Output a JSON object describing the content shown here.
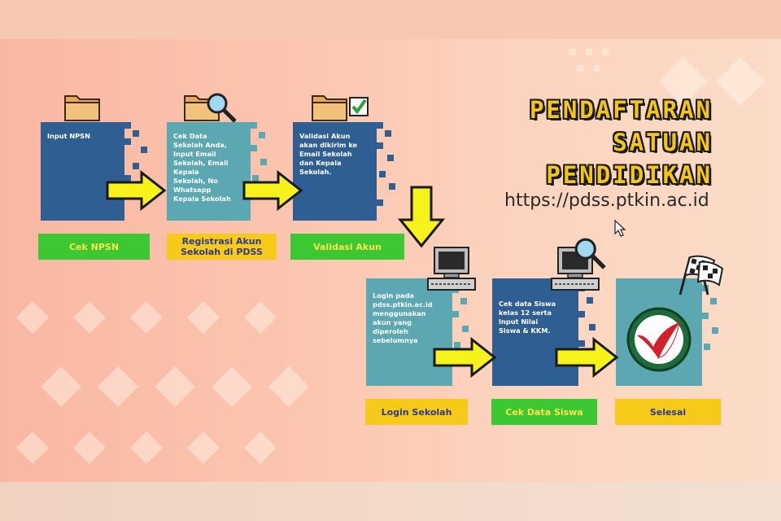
{
  "title": {
    "line1": "PENDAFTARAN",
    "line2": "SATUAN",
    "line3": "PENDIDIKAN"
  },
  "url": "https://pdss.ptkin.ac.id",
  "steps": [
    {
      "text": "Input NPSN",
      "label": "Cek NPSN"
    },
    {
      "text": "Cek Data\nSekolah Anda,\nInput Email\nSekolah, Email\nKepala\nSekolah, No\nWhatsapp\nKepala Sekolah",
      "label": "Registrasi Akun\nSekolah di PDSS"
    },
    {
      "text": "Validasi Akun\nakan dikirim ke\nEmail Sekolah\ndan Kepala\nSekolah.",
      "label": "Validasi Akun"
    },
    {
      "text": "Login pada\npdss.ptkin.ac.id\nmenggunakan\nakun yang\ndiperoleh\nsebelumnya",
      "label": "Login Sekolah"
    },
    {
      "text": "Cek data Siswa\nkelas 12 serta\nInput Nilai\nSiswa & KKM.",
      "label": "Cek Data Siswa"
    },
    {
      "text": "",
      "label": "Selesai"
    }
  ],
  "colors": {
    "card_dark": "#2f5e93",
    "card_teal": "#5ba7b2",
    "arrow": "#f7f21a",
    "label_green": "#3cc832",
    "label_yellow": "#f7c918",
    "title_yellow": "#f6c616"
  },
  "icons": [
    "folder-icon",
    "magnifier-icon",
    "checkbox-icon",
    "computer-icon",
    "checkered-flag-icon",
    "logo-icon",
    "cursor-icon"
  ]
}
